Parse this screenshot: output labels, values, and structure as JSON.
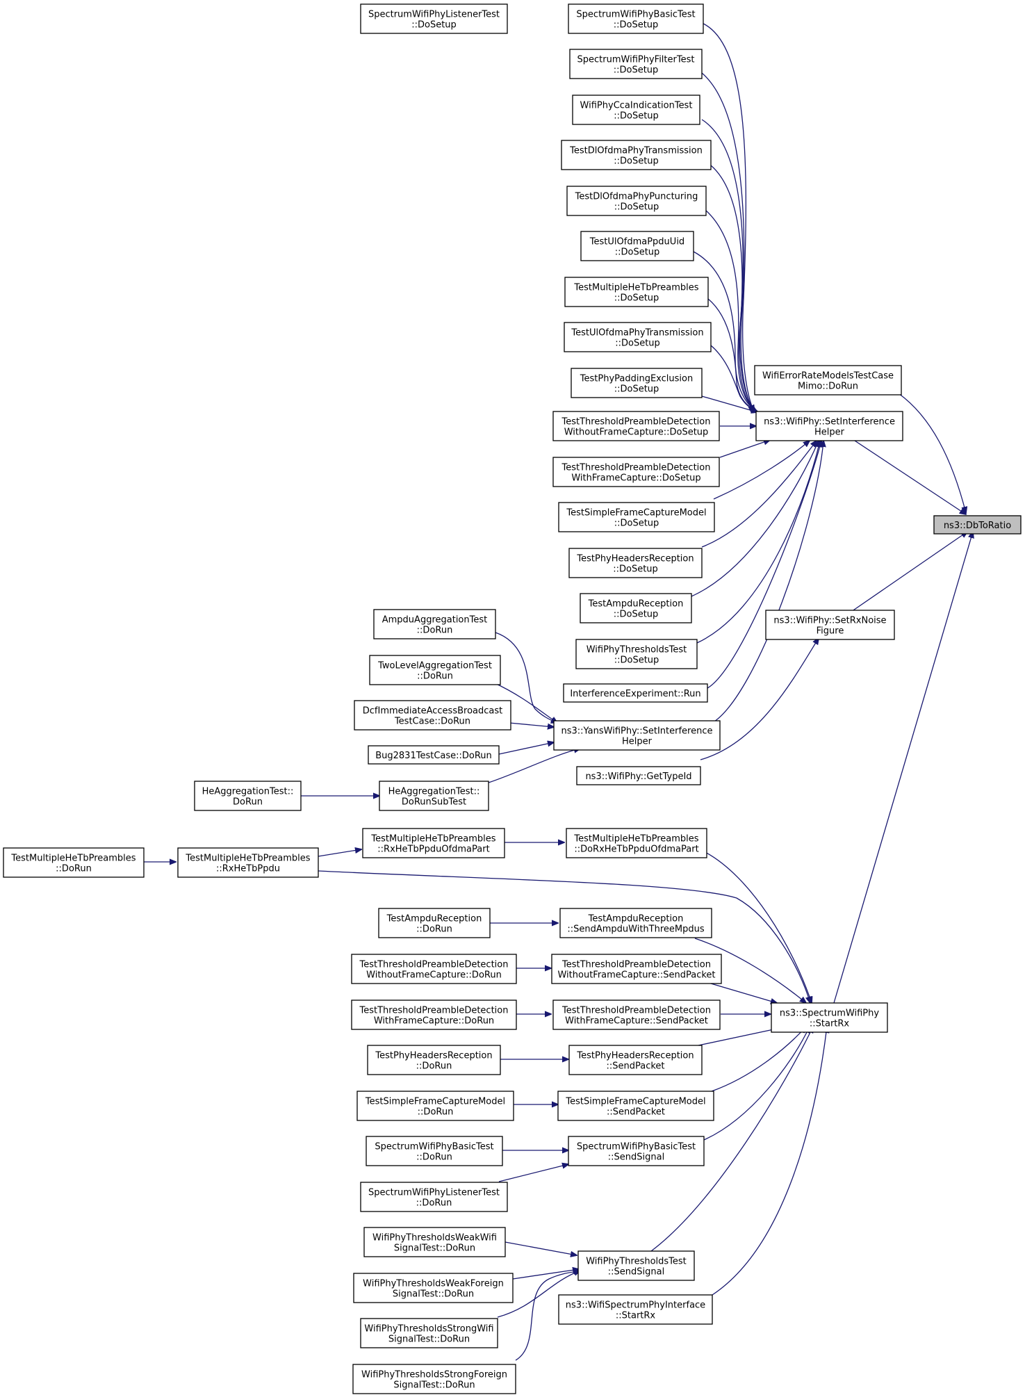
{
  "colors": {
    "edge": "#191970",
    "node_border": "#000000",
    "node_fill": "#ffffff",
    "focus_fill": "#bfbfbf"
  },
  "nodes": {
    "dbtoratio": [
      "ns3::DbToRatio"
    ],
    "setinterference": [
      "ns3::WifiPhy::SetInterference",
      "Helper"
    ],
    "setrxnoise": [
      "ns3::WifiPhy::SetRxNoise",
      "Figure"
    ],
    "errorratemimo": [
      "WifiErrorRateModelsTestCase",
      "Mimo::DoRun"
    ],
    "spectrumstartrx": [
      "ns3::SpectrumWifiPhy",
      "::StartRx"
    ],
    "yanssetinterference": [
      "ns3::YansWifiPhy::SetInterference",
      "Helper"
    ],
    "gettypeid": [
      "ns3::WifiPhy::GetTypeId"
    ],
    "listener_dosetup": [
      "SpectrumWifiPhyListenerTest",
      "::DoSetup"
    ],
    "basic_dosetup": [
      "SpectrumWifiPhyBasicTest",
      "::DoSetup"
    ],
    "filter_dosetup": [
      "SpectrumWifiPhyFilterTest",
      "::DoSetup"
    ],
    "cca_dosetup": [
      "WifiPhyCcaIndicationTest",
      "::DoSetup"
    ],
    "dlofdmatx_dosetup": [
      "TestDlOfdmaPhyTransmission",
      "::DoSetup"
    ],
    "dlofdmapunct_dosetup": [
      "TestDlOfdmaPhyPuncturing",
      "::DoSetup"
    ],
    "ulofdmauid_dosetup": [
      "TestUlOfdmaPpduUid",
      "::DoSetup"
    ],
    "multihetb_dosetup": [
      "TestMultipleHeTbPreambles",
      "::DoSetup"
    ],
    "ulofdmatx_dosetup": [
      "TestUlOfdmaPhyTransmission",
      "::DoSetup"
    ],
    "padding_dosetup": [
      "TestPhyPaddingExclusion",
      "::DoSetup"
    ],
    "thresh_wo_dosetup": [
      "TestThresholdPreambleDetection",
      "WithoutFrameCapture::DoSetup"
    ],
    "thresh_w_dosetup": [
      "TestThresholdPreambleDetection",
      "WithFrameCapture::DoSetup"
    ],
    "simplefc_dosetup": [
      "TestSimpleFrameCaptureModel",
      "::DoSetup"
    ],
    "headers_dosetup": [
      "TestPhyHeadersReception",
      "::DoSetup"
    ],
    "ampdu_dosetup": [
      "TestAmpduReception",
      "::DoSetup"
    ],
    "thresholds_dosetup": [
      "WifiPhyThresholdsTest",
      "::DoSetup"
    ],
    "interference_run": [
      "InterferenceExperiment::Run"
    ],
    "ampduagg_dorun": [
      "AmpduAggregationTest",
      "::DoRun"
    ],
    "twolevel_dorun": [
      "TwoLevelAggregationTest",
      "::DoRun"
    ],
    "dcf_dorun": [
      "DcfImmediateAccessBroadcast",
      "TestCase::DoRun"
    ],
    "bug2831_dorun": [
      "Bug2831TestCase::DoRun"
    ],
    "heagg_dorun": [
      "HeAggregationTest::",
      "DoRun"
    ],
    "heagg_dorunsubtest": [
      "HeAggregationTest::",
      "DoRunSubTest"
    ],
    "multihetb_dorun": [
      "TestMultipleHeTbPreambles",
      "::DoRun"
    ],
    "multihetb_rxhetbppdu": [
      "TestMultipleHeTbPreambles",
      "::RxHeTbPpdu"
    ],
    "multihetb_rxofdmapart": [
      "TestMultipleHeTbPreambles",
      "::RxHeTbPpduOfdmaPart"
    ],
    "multihetb_dorxofdmapart": [
      "TestMultipleHeTbPreambles",
      "::DoRxHeTbPpduOfdmaPart"
    ],
    "ampdu_dorun": [
      "TestAmpduReception",
      "::DoRun"
    ],
    "ampdu_sendthree": [
      "TestAmpduReception",
      "::SendAmpduWithThreeMpdus"
    ],
    "thresh_wo_dorun": [
      "TestThresholdPreambleDetection",
      "WithoutFrameCapture::DoRun"
    ],
    "thresh_wo_sendpacket": [
      "TestThresholdPreambleDetection",
      "WithoutFrameCapture::SendPacket"
    ],
    "thresh_w_dorun": [
      "TestThresholdPreambleDetection",
      "WithFrameCapture::DoRun"
    ],
    "thresh_w_sendpacket": [
      "TestThresholdPreambleDetection",
      "WithFrameCapture::SendPacket"
    ],
    "headers_dorun": [
      "TestPhyHeadersReception",
      "::DoRun"
    ],
    "headers_sendpacket": [
      "TestPhyHeadersReception",
      "::SendPacket"
    ],
    "simplefc_dorun": [
      "TestSimpleFrameCaptureModel",
      "::DoRun"
    ],
    "simplefc_sendpacket": [
      "TestSimpleFrameCaptureModel",
      "::SendPacket"
    ],
    "basic_dorun": [
      "SpectrumWifiPhyBasicTest",
      "::DoRun"
    ],
    "basic_sendsignal": [
      "SpectrumWifiPhyBasicTest",
      "::SendSignal"
    ],
    "listener_dorun": [
      "SpectrumWifiPhyListenerTest",
      "::DoRun"
    ],
    "weakwifi_dorun": [
      "WifiPhyThresholdsWeakWifi",
      "SignalTest::DoRun"
    ],
    "weakforeign_dorun": [
      "WifiPhyThresholdsWeakForeign",
      "SignalTest::DoRun"
    ],
    "strongwifi_dorun": [
      "WifiPhyThresholdsStrongWifi",
      "SignalTest::DoRun"
    ],
    "strongforeign_dorun": [
      "WifiPhyThresholdsStrongForeign",
      "SignalTest::DoRun"
    ],
    "thresholds_sendsignal": [
      "WifiPhyThresholdsTest",
      "::SendSignal"
    ],
    "spectrumif_startrx": [
      "ns3::WifiSpectrumPhyInterface",
      "::StartRx"
    ]
  }
}
